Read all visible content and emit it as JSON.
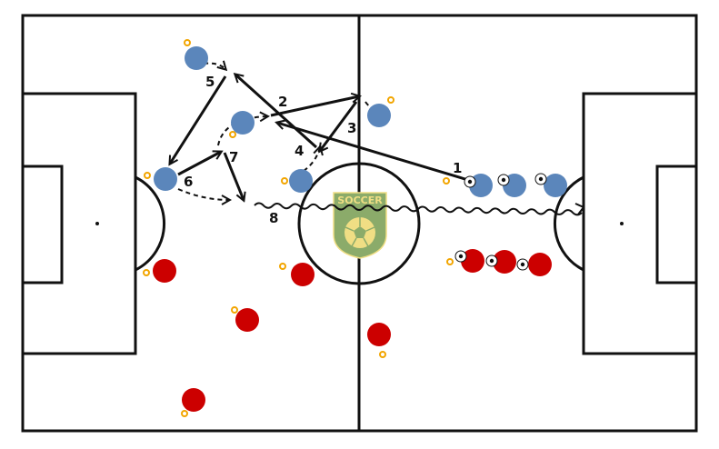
{
  "colors": {
    "pitch_bg": "#ffffff",
    "line": "#111111",
    "team_blue": "#5b86bb",
    "team_red": "#cc0000",
    "cone": "#f2a500",
    "logo_green": "#8bab6a",
    "logo_gold": "#f0de84"
  },
  "logo": {
    "text": "SOCCER",
    "icon": "soccer-ball-shield-icon"
  },
  "steps": [
    {
      "id": "1",
      "label": "1",
      "kind": "pass"
    },
    {
      "id": "2",
      "label": "2",
      "kind": "pass"
    },
    {
      "id": "3",
      "label": "3",
      "kind": "pass"
    },
    {
      "id": "4",
      "label": "4",
      "kind": "pass"
    },
    {
      "id": "5",
      "label": "5",
      "kind": "pass"
    },
    {
      "id": "6",
      "label": "6",
      "kind": "pass"
    },
    {
      "id": "7",
      "label": "7",
      "kind": "pass"
    },
    {
      "id": "8",
      "label": "8",
      "kind": "dribble"
    }
  ],
  "legend_icons": {
    "blue_player": "blue-player-icon",
    "red_player": "red-player-icon",
    "ball": "ball-icon",
    "cone": "cone-icon"
  }
}
